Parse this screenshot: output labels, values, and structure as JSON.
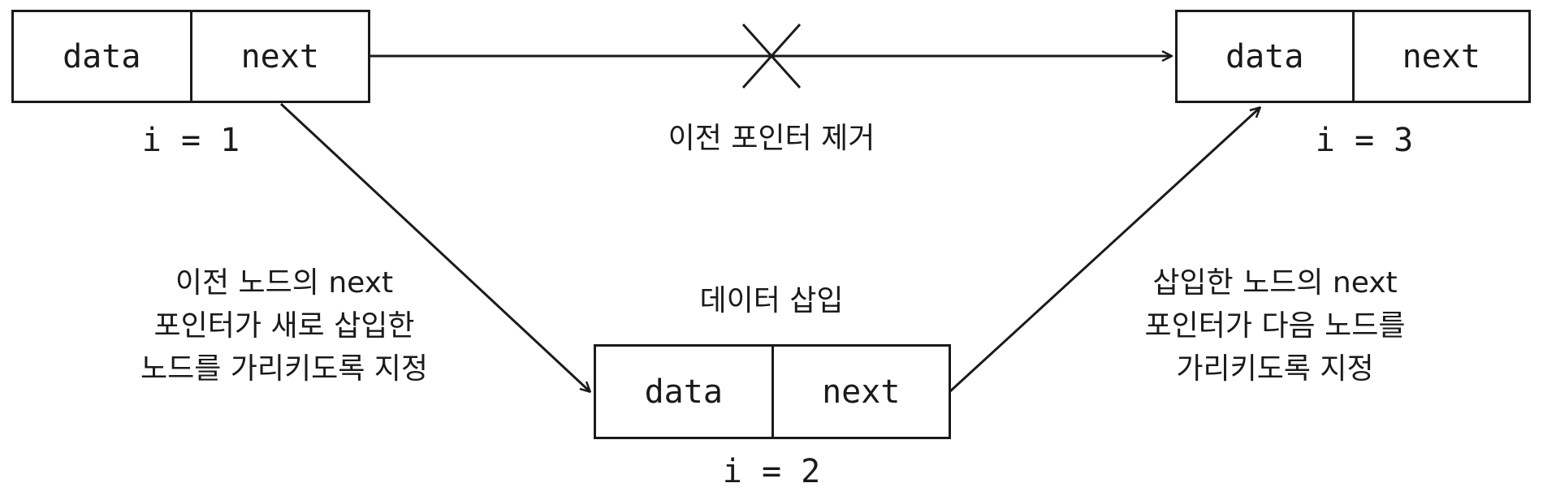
{
  "nodes": [
    {
      "data_label": "data",
      "next_label": "next",
      "index_label": "i = 1"
    },
    {
      "data_label": "data",
      "next_label": "next",
      "index_label": "i = 2"
    },
    {
      "data_label": "data",
      "next_label": "next",
      "index_label": "i = 3"
    }
  ],
  "captions": {
    "remove_pointer": "이전 포인터 제거",
    "insert_data": "데이터 삽입",
    "prev_node_lines": [
      "이전 노드의 next",
      "포인터가 새로 삽입한",
      "노드를 가리키도록 지정"
    ],
    "new_node_lines": [
      "삽입한 노드의 next",
      "포인터가 다음 노드를",
      "가리키도록 지정"
    ]
  },
  "colors": {
    "line": "#1a1a1a",
    "background": "#ffffff"
  }
}
